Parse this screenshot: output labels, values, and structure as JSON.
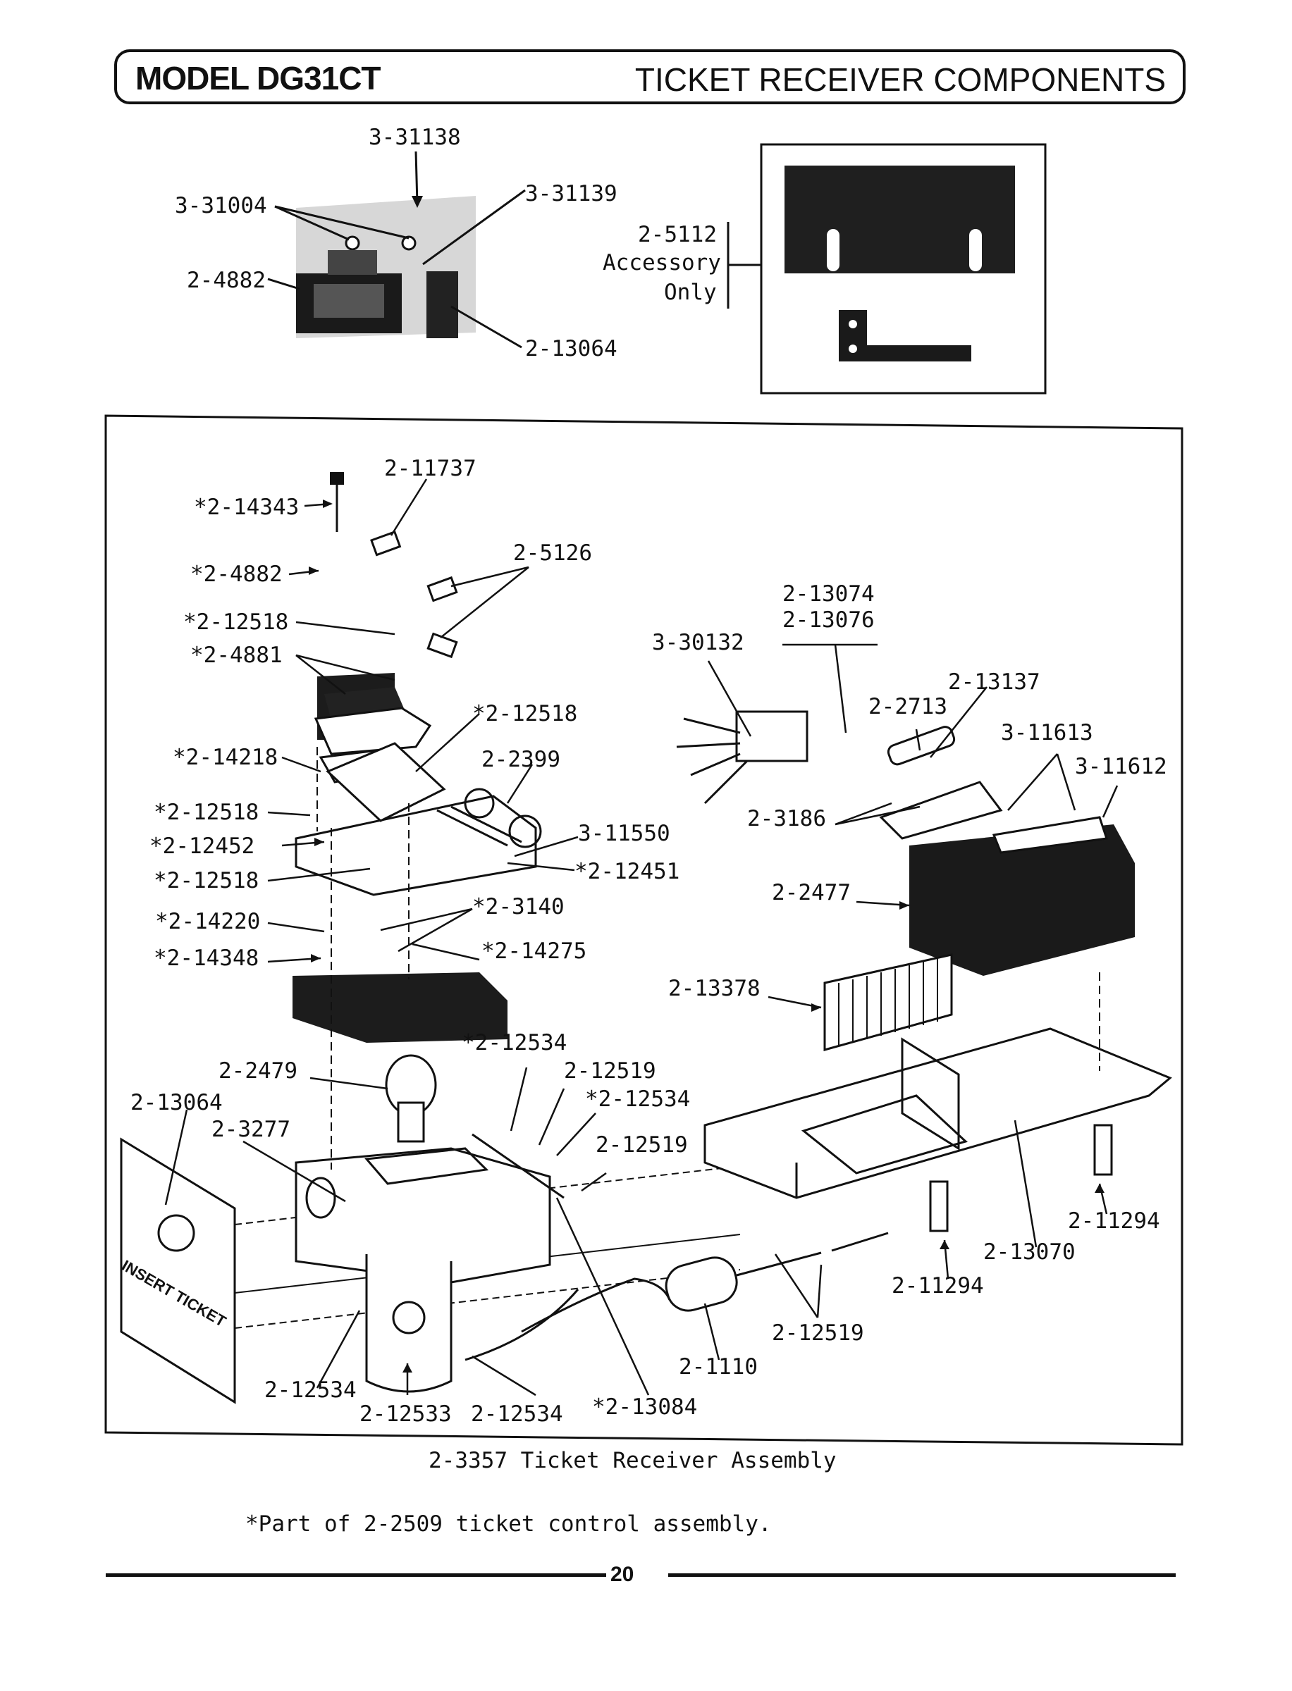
{
  "header": {
    "model": "MODEL DG31CT",
    "title": "TICKET RECEIVER COMPONENTS"
  },
  "top_labels": {
    "l1": "3-31138",
    "l2": "3-31004",
    "l3": "3-31139",
    "l4": "2-4882",
    "l5": "2-13064",
    "acc_part": "2-5112",
    "acc_line1": "Accessory",
    "acc_line2": "Only"
  },
  "main_labels": {
    "a01": "2-11737",
    "a02": "*2-14343",
    "a03": "2-5126",
    "a04": "*2-4882",
    "a05": "*2-12518",
    "a06": "*2-4881",
    "a07": "*2-12518",
    "a08": "*2-14218",
    "a09": "2-2399",
    "a10": "*2-12518",
    "a11": "*2-12452",
    "a12": "*2-12518",
    "a13": "3-11550",
    "a14": "*2-12451",
    "a15": "*2-3140",
    "a16": "*2-14220",
    "a17": "*2-14348",
    "a18": "*2-14275",
    "a19": "2-13074",
    "a20": "2-13076",
    "a21": "3-30132",
    "a22": "2-13137",
    "a23": "2-2713",
    "a24": "3-11613",
    "a25": "3-11612",
    "a26": "2-3186",
    "a27": "2-2477",
    "a28": "2-13378",
    "a29": "*2-12534",
    "a30": "2-2479",
    "a31": "2-12519",
    "a32": "*2-12534",
    "a33": "2-13064",
    "a34": "2-3277",
    "a35": "2-12519",
    "a36": "2-11294",
    "a37": "2-13070",
    "a38": "2-11294",
    "a39": "2-12519",
    "a40": "2-1110",
    "a41": "2-12534",
    "a42": "2-12533",
    "a43": "2-12534",
    "a44": "*2-13084",
    "panel_text": "INSERT TICKET"
  },
  "captions": {
    "assembly": "2-3357 Ticket Receiver Assembly",
    "note": "*Part of 2-2509 ticket control assembly.",
    "page": "20"
  }
}
